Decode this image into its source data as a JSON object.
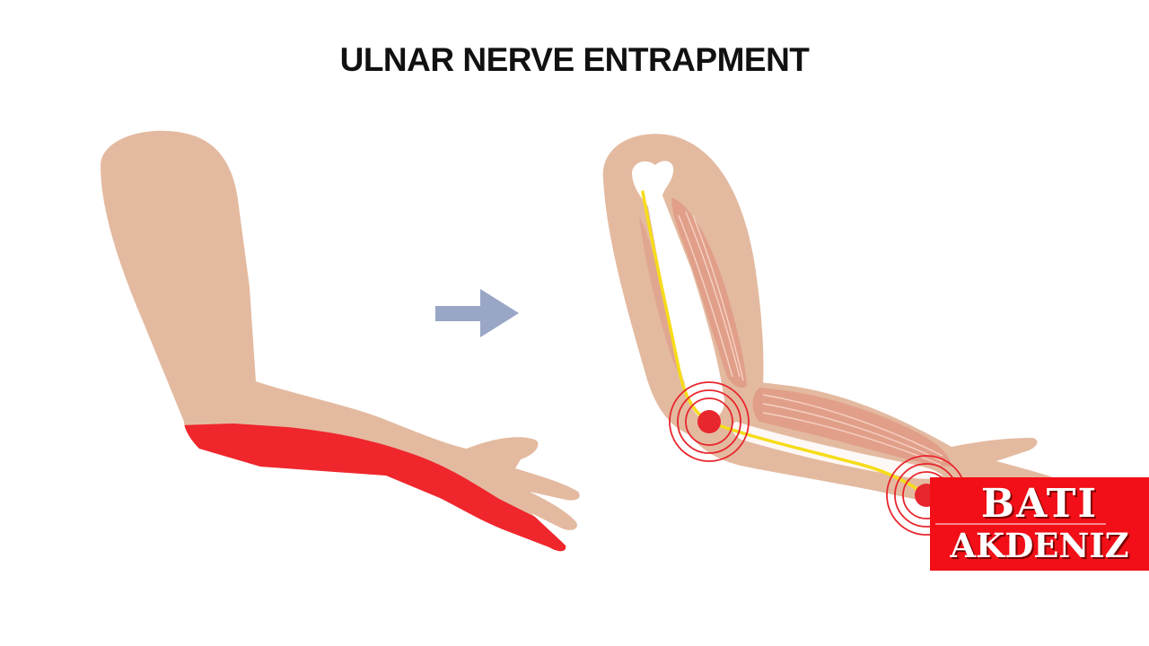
{
  "title": "ULNAR NERVE ENTRAPMENT",
  "colors": {
    "skin": "#e3baa0",
    "skin_shadow": "#d4a68a",
    "pain_area": "#f0262d",
    "arrow": "#99a6c5",
    "bone": "#ffffff",
    "muscle": "#e09a86",
    "nerve": "#f6dc1a",
    "target": "#e8262d",
    "logo_bg": "#f20f17"
  },
  "logo": {
    "line1": "BATI",
    "line2": "AKDENIZ"
  },
  "panels": [
    {
      "icon": "arm-pain-area-icon"
    },
    {
      "icon": "arrow-right-icon"
    },
    {
      "icon": "arm-anatomy-icon"
    }
  ]
}
